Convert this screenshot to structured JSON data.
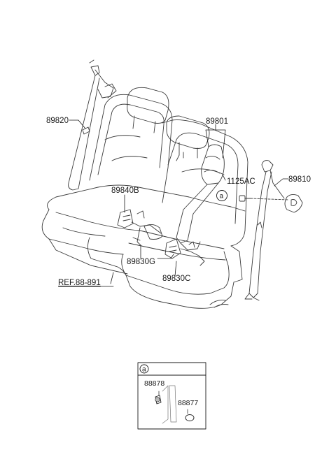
{
  "diagram": {
    "part_labels": {
      "retractor_left": "89820",
      "belt_center": "89801",
      "bolt": "1125AC",
      "retractor_right": "89810",
      "buckle_left": "89840B",
      "buckle_center": "89830G",
      "buckle_right": "89830C",
      "reference": "REF.88-891"
    },
    "callout_marker": "a",
    "detail_box": {
      "marker": "a",
      "part_a": "88878",
      "part_b": "88877"
    }
  }
}
